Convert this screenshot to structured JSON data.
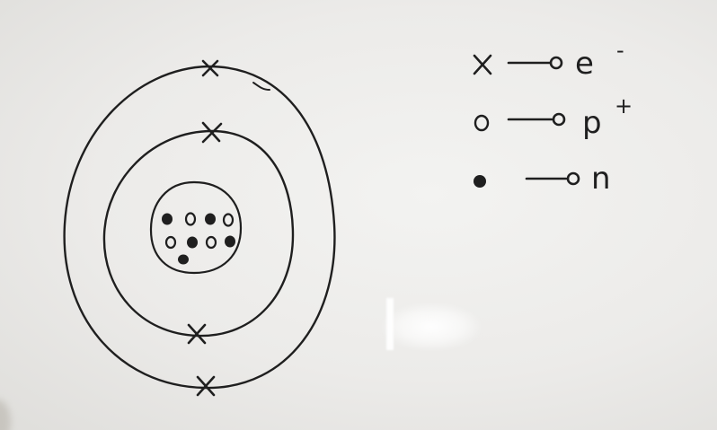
{
  "legend": [
    {
      "symbol": "x",
      "base": "e",
      "sup": "-"
    },
    {
      "symbol": "o",
      "base": "p",
      "sup": "+"
    },
    {
      "symbol": "dot",
      "base": "n",
      "sup": ""
    }
  ],
  "atom": {
    "shells": [
      {
        "electrons": 2
      },
      {
        "electrons": 2
      }
    ],
    "nucleus": {
      "protons": 4,
      "neutrons": 5
    }
  },
  "colors": {
    "ink": "#1f1f1f",
    "board": "#ecebe9"
  }
}
